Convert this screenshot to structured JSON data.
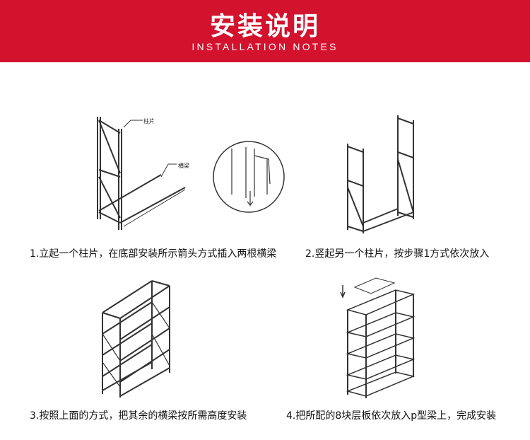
{
  "header": {
    "title": "安装说明",
    "subtitle": "INSTALLATION NOTES",
    "color": "#d3122e"
  },
  "steps": [
    {
      "caption": "1.立起一个柱片，在底部安装所示箭头方式插入两根横梁",
      "labels": {
        "upright": "柱片",
        "beam": "横梁"
      }
    },
    {
      "caption": "2.竖起另一个柱片，按步骤1方式依次放入"
    },
    {
      "caption": "3.按照上面的方式，把其余的横梁按所需高度安装"
    },
    {
      "caption": "4.把所配的8块层板依次放入p型梁上，完成安装"
    }
  ]
}
